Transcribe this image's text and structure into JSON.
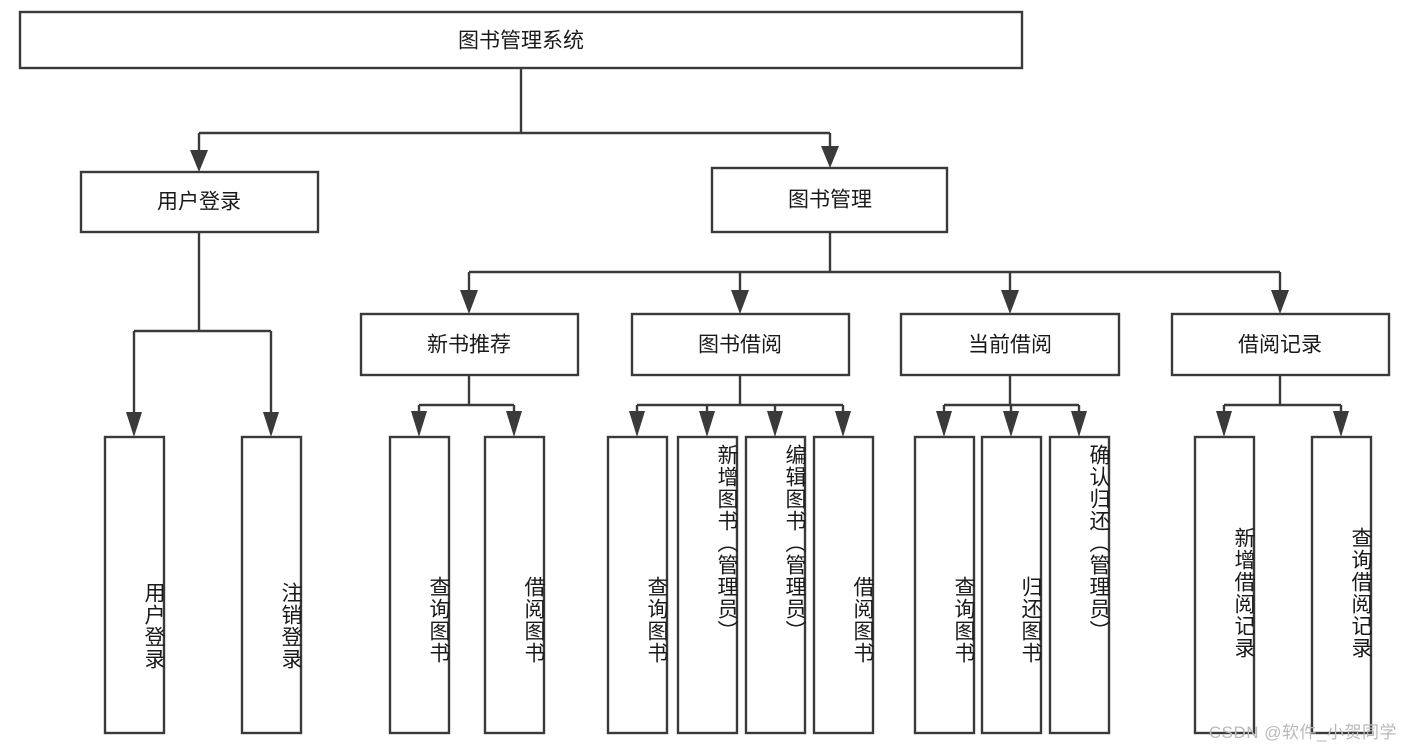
{
  "diagram": {
    "title": "图书管理系统",
    "watermark": "CSDN @软件_小贺同学",
    "colors": {
      "box_stroke": "#3a3a3a",
      "box_fill": "#ffffff",
      "text": "#1a1a1a",
      "background": "#ffffff",
      "watermark": "#b9b9b9"
    },
    "levels": {
      "root": {
        "label": "图书管理系统"
      },
      "level2": [
        {
          "label": "用户登录"
        },
        {
          "label": "图书管理"
        }
      ],
      "level3": [
        {
          "label": "新书推荐"
        },
        {
          "label": "图书借阅"
        },
        {
          "label": "当前借阅"
        },
        {
          "label": "借阅记录"
        }
      ],
      "leaves": [
        {
          "label": "用户登录",
          "parent": "用户登录"
        },
        {
          "label": "注销登录",
          "parent": "用户登录"
        },
        {
          "label": "查询图书",
          "parent": "新书推荐"
        },
        {
          "label": "借阅图书",
          "parent": "新书推荐"
        },
        {
          "label": "查询图书",
          "parent": "图书借阅"
        },
        {
          "label": "新增图书（管理员）",
          "parent": "图书借阅"
        },
        {
          "label": "编辑图书（管理员）",
          "parent": "图书借阅"
        },
        {
          "label": "借阅图书",
          "parent": "图书借阅"
        },
        {
          "label": "查询图书",
          "parent": "当前借阅"
        },
        {
          "label": "归还图书",
          "parent": "当前借阅"
        },
        {
          "label": "确认归还（管理员）",
          "parent": "当前借阅"
        },
        {
          "label": "新增借阅记录",
          "parent": "借阅记录"
        },
        {
          "label": "查询借阅记录",
          "parent": "借阅记录"
        }
      ]
    }
  }
}
